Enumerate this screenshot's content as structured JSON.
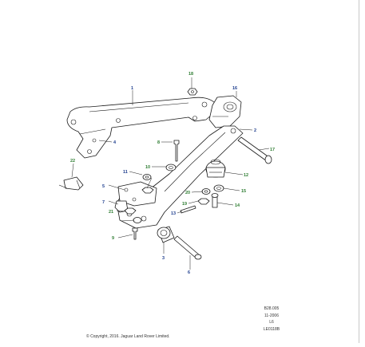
{
  "diagram": {
    "callouts": [
      {
        "id": "c1",
        "text": "1",
        "color": "#1f3f8f"
      },
      {
        "id": "c2",
        "text": "2",
        "color": "#1f3f8f"
      },
      {
        "id": "c3",
        "text": "3",
        "color": "#1f3f8f"
      },
      {
        "id": "c4",
        "text": "4",
        "color": "#1f3f8f"
      },
      {
        "id": "c5",
        "text": "5",
        "color": "#1f3f8f"
      },
      {
        "id": "c6",
        "text": "6",
        "color": "#1f3f8f"
      },
      {
        "id": "c7",
        "text": "7",
        "color": "#1f3f8f"
      },
      {
        "id": "c8",
        "text": "8",
        "color": "#2e7d32"
      },
      {
        "id": "c9",
        "text": "9",
        "color": "#2e7d32"
      },
      {
        "id": "c10",
        "text": "10",
        "color": "#2e7d32"
      },
      {
        "id": "c11",
        "text": "11",
        "color": "#1f3f8f"
      },
      {
        "id": "c12",
        "text": "12",
        "color": "#2e7d32"
      },
      {
        "id": "c13",
        "text": "13",
        "color": "#1f3f8f"
      },
      {
        "id": "c14",
        "text": "14",
        "color": "#2e7d32"
      },
      {
        "id": "c15",
        "text": "15",
        "color": "#2e7d32"
      },
      {
        "id": "c16",
        "text": "16",
        "color": "#1f3f8f"
      },
      {
        "id": "c17",
        "text": "17",
        "color": "#2e7d32"
      },
      {
        "id": "c18",
        "text": "18",
        "color": "#2e7d32"
      },
      {
        "id": "c19",
        "text": "19",
        "color": "#2e7d32"
      },
      {
        "id": "c20",
        "text": "20",
        "color": "#2e7d32"
      },
      {
        "id": "c21",
        "text": "21",
        "color": "#2e7d32"
      },
      {
        "id": "c22",
        "text": "22",
        "color": "#2e7d32"
      }
    ]
  },
  "reference": {
    "line1": "B28.005",
    "line2": "11-2006",
    "line3": "L6",
    "line4": "LE0118B"
  },
  "copyright": "© Copyright, 2016. Jaguar Land Rover Limited."
}
